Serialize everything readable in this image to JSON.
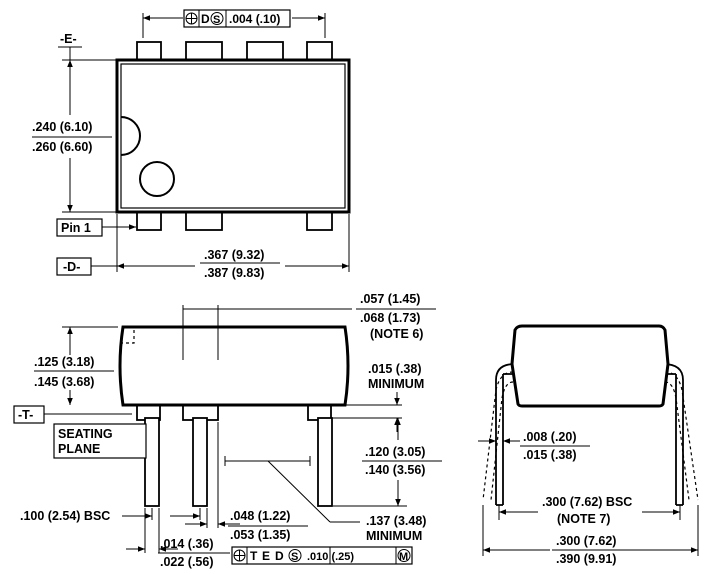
{
  "datum_e": "-E-",
  "datum_d": "-D-",
  "datum_t": "-T-",
  "pin1": "Pin 1",
  "seating_line1": "SEATING",
  "seating_line2": "PLANE",
  "top_view": {
    "fcf_sym_1": "D",
    "fcf_sym_2": "S",
    "fcf_value": ".004 (.10)",
    "width_min": ".240 (6.10)",
    "width_max": ".260 (6.60)",
    "length_min": ".367 (9.32)",
    "length_max": ".387 (9.83)"
  },
  "side_view": {
    "shoulder_min": ".057 (1.45)",
    "shoulder_max": ".068 (1.73)",
    "shoulder_note": "(NOTE 6)",
    "height_min": ".125 (3.18)",
    "height_max": ".145 (3.68)",
    "standoff_val": ".015 (.38)",
    "standoff_note": "MINIMUM",
    "lead_len_min": ".120 (3.05)",
    "lead_len_max": ".140 (3.56)",
    "pitch": ".100 (2.54) BSC",
    "lead_w_min": ".048 (1.22)",
    "lead_w_max": ".053 (1.35)",
    "tip_val": ".137 (3.48)",
    "tip_note": "MINIMUM",
    "lead_t_min": ".014 (.36)",
    "lead_t_max": ".022 (.56)",
    "fcf_t": "T",
    "fcf_e": "E",
    "fcf_d": "D",
    "fcf_s": "S",
    "fcf_value": ".010 (.25)",
    "fcf_m": "M"
  },
  "end_view": {
    "thick_min": ".008 (.20)",
    "thick_max": ".015 (.38)",
    "row_spacing": ".300 (7.62) BSC",
    "row_note": "(NOTE 7)",
    "span_min": ".300 (7.62)",
    "span_max": ".390 (9.91)"
  }
}
